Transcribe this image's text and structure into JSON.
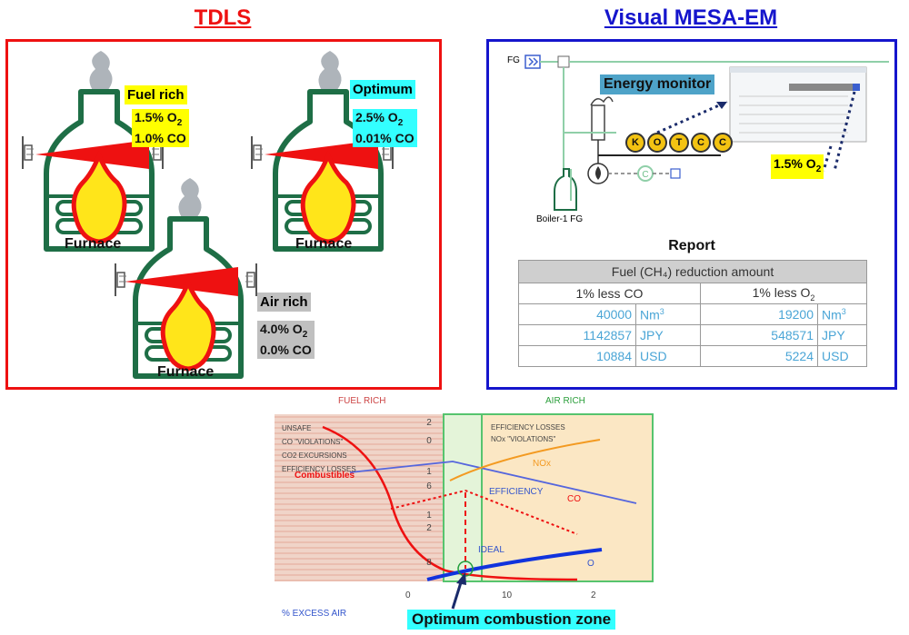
{
  "left_title": "TDLS",
  "right_title": "Visual MESA-EM",
  "furnaces": {
    "fuel_rich": {
      "label": "Fuel rich",
      "o2_value": "1.5% O",
      "o2_sub": "2",
      "co_value": "1.0% CO",
      "caption": "Furnace"
    },
    "optimum": {
      "label": "Optimum",
      "o2_value": "2.5% O",
      "o2_sub": "2",
      "co_value": "0.01% CO",
      "caption": "Furnace"
    },
    "air_rich": {
      "label": "Air rich",
      "o2_value": "4.0% O",
      "o2_sub": "2",
      "co_value": "0.0% CO",
      "caption": "Furnace"
    }
  },
  "mesa": {
    "fg_label": "FG",
    "boiler_label": "Boiler-1 FG",
    "energy_monitor": "Energy monitor",
    "chain": [
      "K",
      "O",
      "T",
      "C",
      "C"
    ],
    "sidenote_value": "1.5% O",
    "sidenote_sub": "2",
    "report_title": "Report",
    "report": {
      "header": "Fuel (CH₄) reduction amount",
      "col1": "1% less CO",
      "col2_main": "1% less O",
      "col2_sub": "2",
      "rows": [
        {
          "v1": "40000",
          "u1_main": "Nm",
          "u1_sup": "3",
          "v2": "19200",
          "u2_main": "Nm",
          "u2_sup": "3"
        },
        {
          "v1": "1142857",
          "u1_main": "JPY",
          "u1_sup": "",
          "v2": "548571",
          "u2_main": "JPY",
          "u2_sup": ""
        },
        {
          "v1": "10884",
          "u1_main": "USD",
          "u1_sup": "",
          "v2": "5224",
          "u2_main": "USD",
          "u2_sup": ""
        }
      ]
    }
  },
  "combustion_chart": {
    "zone_fuel_rich": "FUEL RICH",
    "zone_air_rich": "AIR RICH",
    "left_list": [
      "UNSAFE",
      "CO \"VIOLATIONS\"",
      "CO2 EXCURSIONS",
      "EFFICIENCY LOSSES"
    ],
    "combustibles": "Combustibles",
    "right_list": [
      "EFFICIENCY LOSSES",
      "NOx \"VIOLATIONS\""
    ],
    "col_digits": [
      "2",
      "0",
      "1",
      "6",
      "1",
      "2",
      "8"
    ],
    "curve_labels": {
      "nox": "NOx",
      "efficiency": "EFFICIENCY",
      "co": "CO",
      "ideal": "IDEAL",
      "o": "O"
    },
    "x_label": "% EXCESS AIR",
    "x_ticks": [
      "0",
      "10",
      "2"
    ],
    "callout": "Optimum combustion zone"
  },
  "colors": {
    "tdls_border": "#ee1111",
    "mesa_border": "#1515cc",
    "furnace": "#1e6e46",
    "laser": "#ee1111",
    "flame": "#ffe51a"
  }
}
